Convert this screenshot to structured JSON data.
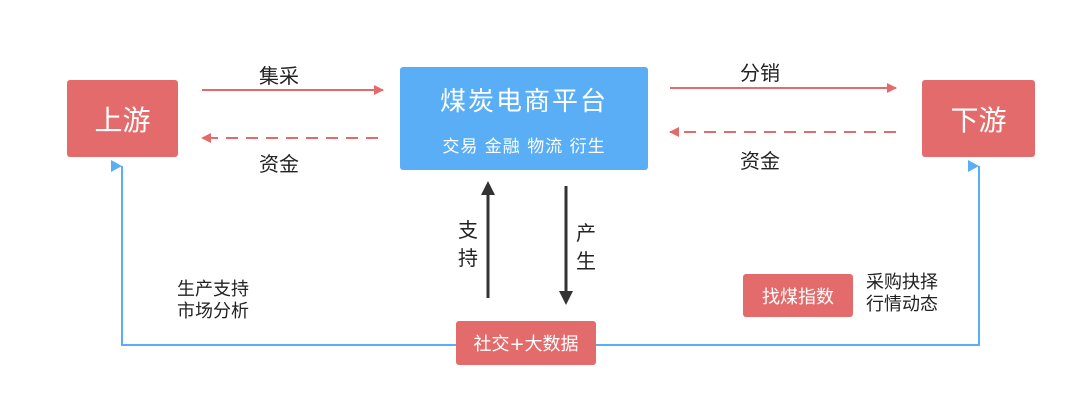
{
  "nodes": {
    "upstream": "上游",
    "downstream": "下游",
    "platform_title": "煤炭电商平台",
    "platform_sub": "交易 金融 物流 衍生",
    "social_bigdata": "社交+大数据",
    "coal_index": "找煤指数"
  },
  "edges": {
    "procurement": "集采",
    "distribution": "分销",
    "funds_left": "资金",
    "funds_right": "资金",
    "support": "支持",
    "produce": "产生"
  },
  "notes": {
    "left_line1": "生产支持",
    "left_line2": "市场分析",
    "right_line1": "采购抉择",
    "right_line2": "行情动态"
  },
  "colors": {
    "red": "#e46b6b",
    "blue": "#5aaef5",
    "dark_arrow": "#333333"
  }
}
